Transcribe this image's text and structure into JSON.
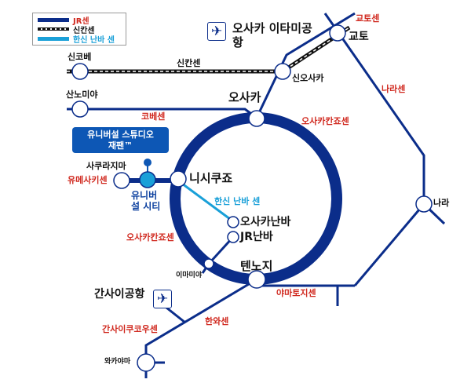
{
  "legend": {
    "jr": "JR센",
    "shinkansen": "신칸센",
    "hanshin": "한신 난바 센"
  },
  "colors": {
    "jr": "#0b2d8a",
    "hanshin": "#1aa0d8",
    "line_label": "#d0281e",
    "usj_box": "#0d57b5"
  },
  "stations": {
    "shin_kobe": "신코베",
    "sannomiya": "산노미야",
    "osaka": "오사카",
    "shin_osaka": "신오사카",
    "kyoto": "교토",
    "nara": "나라",
    "nishikujo": "니시쿠죠",
    "sakurajima": "사쿠라지마",
    "universal_city": "유니버설 시티",
    "osaka_namba": "오사카난바",
    "jr_namba": "JR난바",
    "imamiya": "이마미야",
    "tennoji": "텐노지",
    "wakayama": "와카야마"
  },
  "airports": {
    "itami": "오사카 이타미공항",
    "kansai": "간사이공항"
  },
  "attraction": {
    "usj_line1": "유니버설 스튜디오",
    "usj_line2": "재팬™"
  },
  "lines": {
    "shinkansen": "신칸센",
    "kobe": "코베센",
    "kyoto": "교토센",
    "nara": "나라센",
    "loop_top": "오사카칸죠센",
    "loop_left": "오사카칸죠센",
    "yumesaki": "유메사키센",
    "hanshin": "한신 난바 센",
    "yamatoji": "야마토지센",
    "hanwa": "한와센",
    "kansai_airport": "간사이쿠코우센"
  },
  "icons": {
    "airport": "airplane-icon"
  }
}
